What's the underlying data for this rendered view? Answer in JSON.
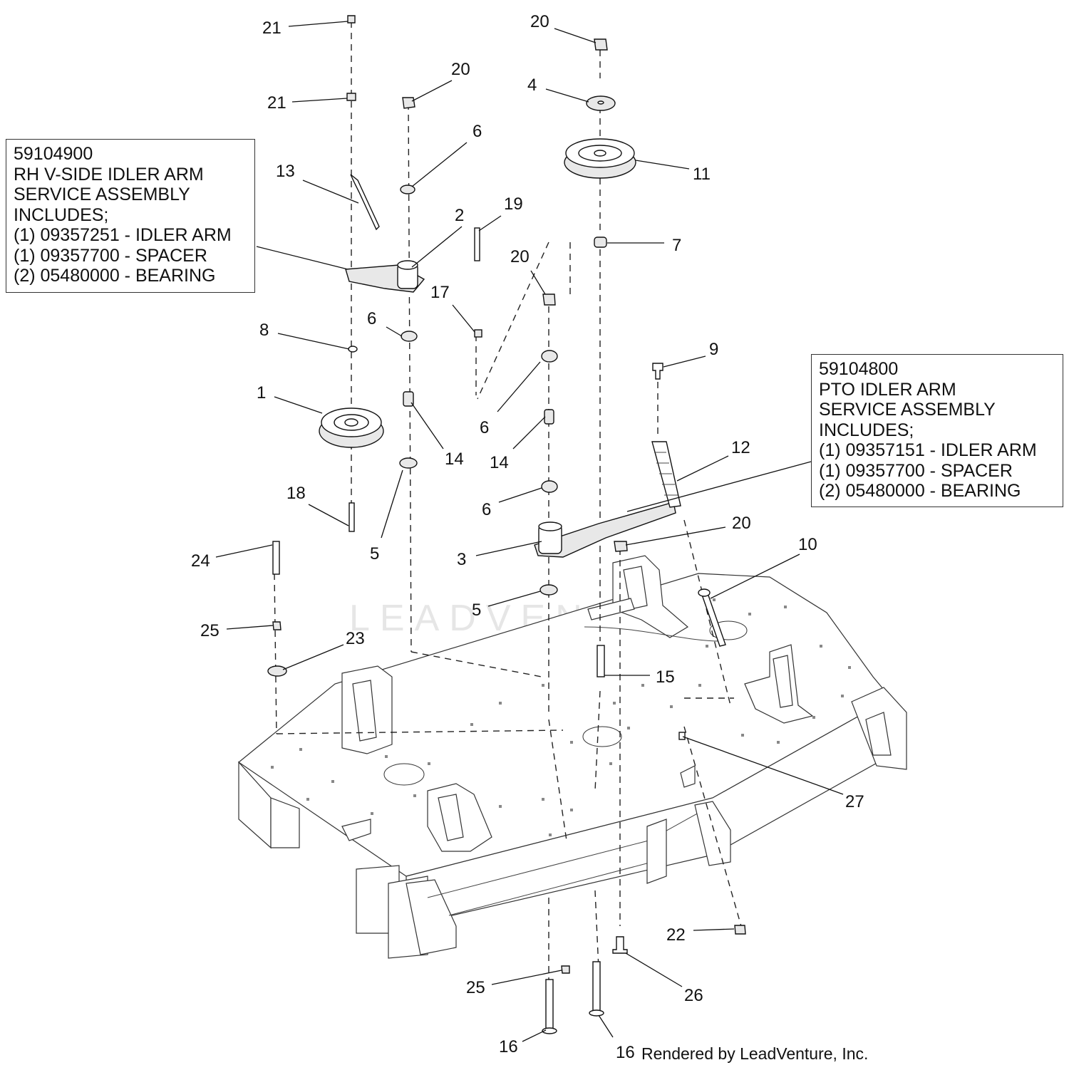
{
  "callouts": [
    {
      "id": "c21a",
      "text": "21"
    },
    {
      "id": "c21b",
      "text": "21"
    },
    {
      "id": "c20a",
      "text": "20"
    },
    {
      "id": "c20b",
      "text": "20"
    },
    {
      "id": "c20c",
      "text": "20"
    },
    {
      "id": "c20d",
      "text": "20"
    },
    {
      "id": "c4",
      "text": "4"
    },
    {
      "id": "c11",
      "text": "11"
    },
    {
      "id": "c6a",
      "text": "6"
    },
    {
      "id": "c6b",
      "text": "6"
    },
    {
      "id": "c6c",
      "text": "6"
    },
    {
      "id": "c6d",
      "text": "6"
    },
    {
      "id": "c13",
      "text": "13"
    },
    {
      "id": "c2",
      "text": "2"
    },
    {
      "id": "c19",
      "text": "19"
    },
    {
      "id": "c7",
      "text": "7"
    },
    {
      "id": "c17",
      "text": "17"
    },
    {
      "id": "c8",
      "text": "8"
    },
    {
      "id": "c9",
      "text": "9"
    },
    {
      "id": "c1",
      "text": "1"
    },
    {
      "id": "c14a",
      "text": "14"
    },
    {
      "id": "c14b",
      "text": "14"
    },
    {
      "id": "c12",
      "text": "12"
    },
    {
      "id": "c18",
      "text": "18"
    },
    {
      "id": "c5a",
      "text": "5"
    },
    {
      "id": "c5b",
      "text": "5"
    },
    {
      "id": "c3",
      "text": "3"
    },
    {
      "id": "c24",
      "text": "24"
    },
    {
      "id": "c10",
      "text": "10"
    },
    {
      "id": "c25a",
      "text": "25"
    },
    {
      "id": "c25b",
      "text": "25"
    },
    {
      "id": "c23",
      "text": "23"
    },
    {
      "id": "c15",
      "text": "15"
    },
    {
      "id": "c27",
      "text": "27"
    },
    {
      "id": "c22",
      "text": "22"
    },
    {
      "id": "c26",
      "text": "26"
    },
    {
      "id": "c16a",
      "text": "16"
    },
    {
      "id": "c16b",
      "text": "16"
    }
  ],
  "box_rh": {
    "lines": [
      "59104900",
      "RH V-SIDE IDLER ARM",
      "SERVICE ASSEMBLY",
      "INCLUDES;",
      "(1) 09357251 - IDLER ARM",
      "(1) 09357700 - SPACER",
      "(2) 05480000 - BEARING"
    ]
  },
  "box_pto": {
    "lines": [
      "59104800",
      "PTO IDLER ARM",
      "SERVICE ASSEMBLY",
      "INCLUDES;",
      "(1) 09357151 - IDLER ARM",
      "(1) 09357700 - SPACER",
      "(2) 05480000 - BEARING"
    ]
  },
  "credit": "Rendered by LeadVenture, Inc.",
  "watermark": "LEADVENTURE"
}
